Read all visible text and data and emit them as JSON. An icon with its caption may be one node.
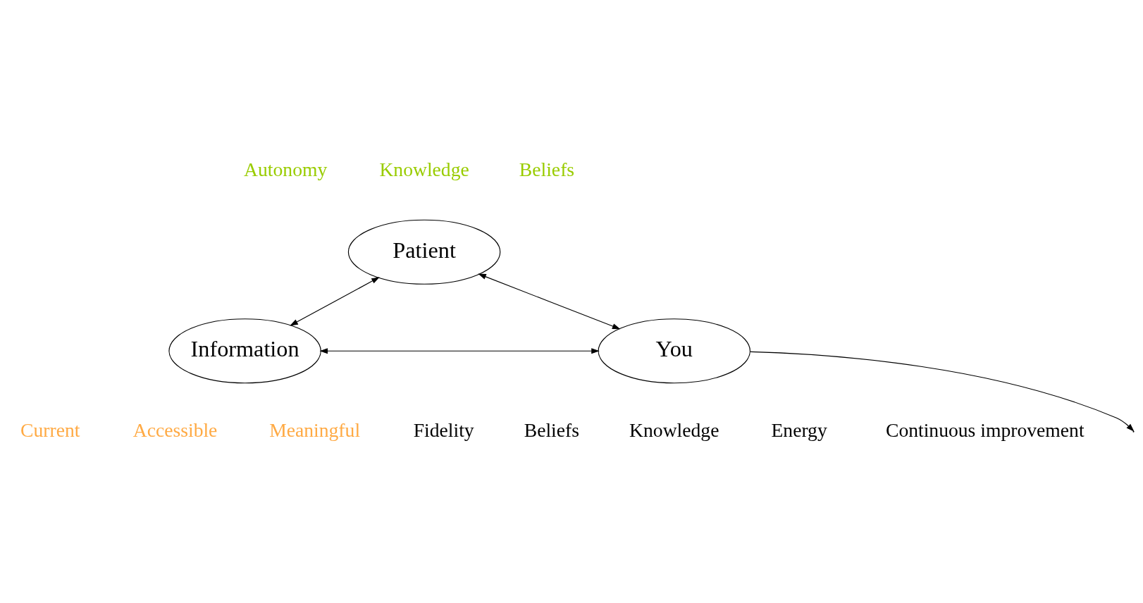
{
  "diagram": {
    "nodes": [
      {
        "text": [
          "Patient"
        ],
        "beside": [
          "Autonomy",
          "Knowledge",
          "Beliefs"
        ]
      },
      {
        "text": [
          "Information"
        ],
        "beside": [
          "Current",
          "Accessible",
          "Meaningful"
        ]
      },
      {
        "text": [
          "You"
        ],
        "beside": [
          "Fidelity",
          "Beliefs",
          "Knowledge",
          "Energy",
          "Continuous improvement"
        ]
      }
    ],
    "edges": [
      {
        "from": 0,
        "to": 1,
        "arrow": "both"
      },
      {
        "from": 0,
        "to": 2,
        "arrow": "both"
      },
      {
        "from": 1,
        "to": 2,
        "arrow": "both"
      },
      {
        "from": 2,
        "to": null,
        "arrow": "to"
      }
    ]
  }
}
